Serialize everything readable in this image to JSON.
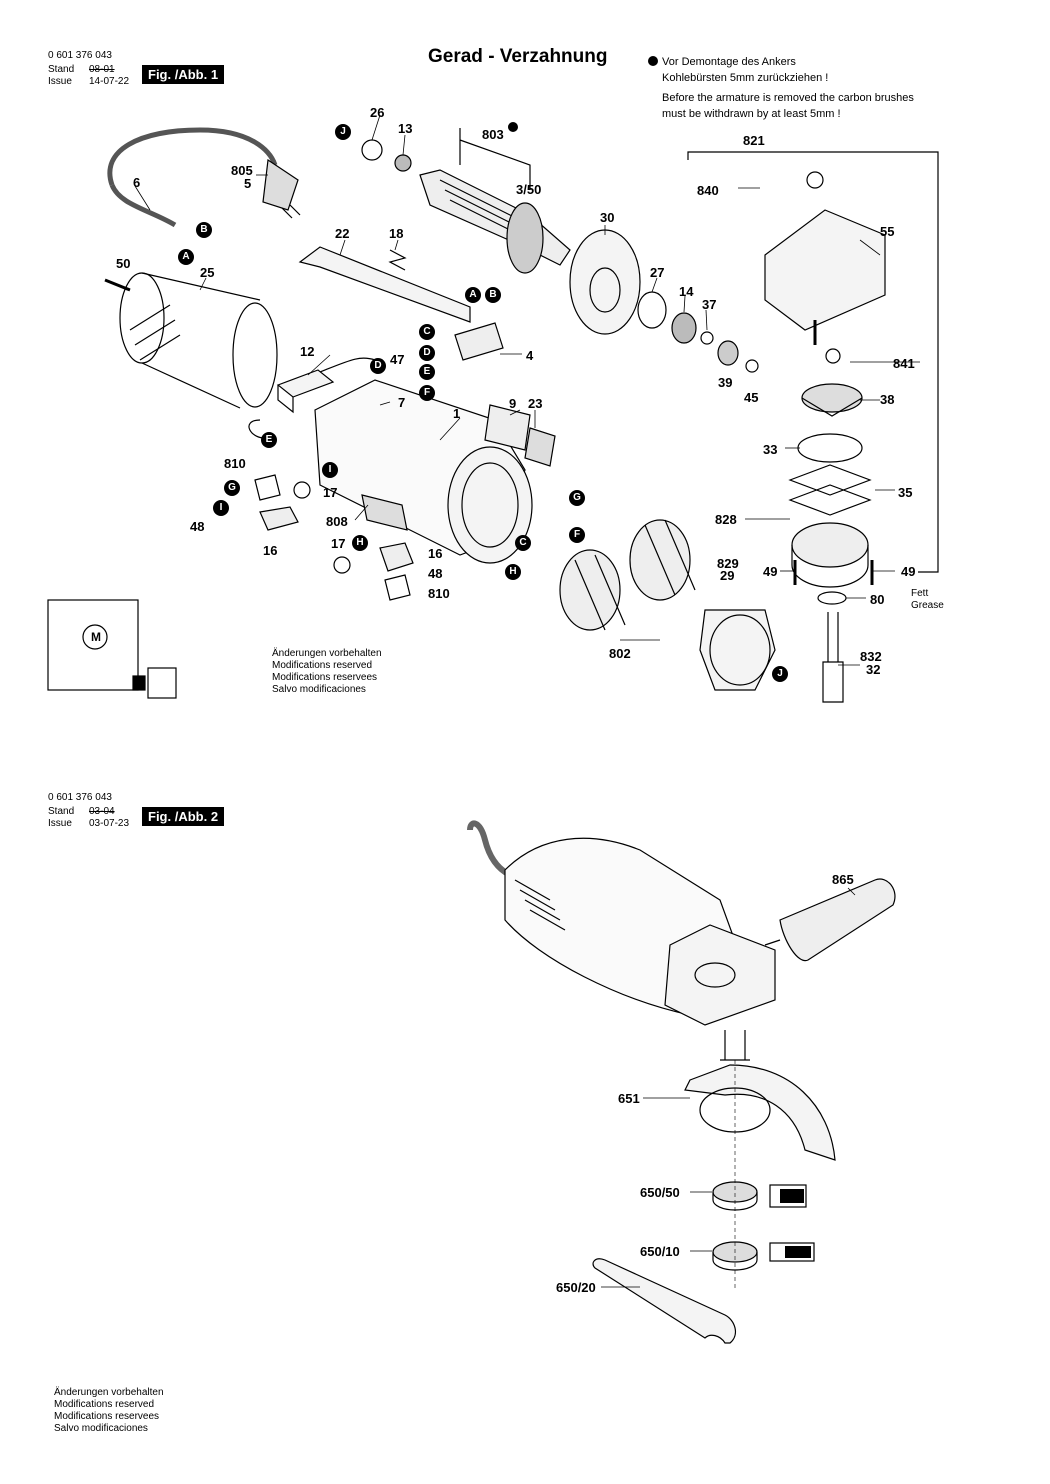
{
  "fig1": {
    "part_number": "0 601 376 043",
    "stand_label": "Stand",
    "stand_value": "08-01",
    "issue_label": "Issue",
    "issue_value": "14-07-22",
    "badge": "Fig. /Abb. 1",
    "title": "Gerad - Verzahnung",
    "note_de_1": "Vor Demontage des Ankers",
    "note_de_2": "Kohlebürsten 5mm zurückziehen !",
    "note_en_1": "Before the armature is removed the carbon brushes",
    "note_en_2": "must be withdrawn by at least 5mm !",
    "fett": "Fett",
    "grease": "Grease",
    "disclaimer": [
      "Änderungen vorbehalten",
      "Modifications reserved",
      "Modifications reservees",
      "Salvo modificaciones"
    ]
  },
  "fig2": {
    "part_number": "0 601 376 043",
    "stand_label": "Stand",
    "stand_value": "03-04",
    "issue_label": "Issue",
    "issue_value": "03-07-23",
    "badge": "Fig. /Abb. 2",
    "disclaimer": [
      "Änderungen vorbehalten",
      "Modifications reserved",
      "Modifications reservees",
      "Salvo modificaciones"
    ]
  },
  "labels": {
    "p26": "26",
    "p13": "13",
    "p803": "803",
    "p350": "3/50",
    "p805": "805",
    "p5": "5",
    "p6": "6",
    "p22": "22",
    "p18": "18",
    "p30": "30",
    "p50": "50",
    "p25": "25",
    "p27": "27",
    "p14": "14",
    "p37": "37",
    "p4": "4",
    "p12": "12",
    "p47": "47",
    "p7": "7",
    "p39": "39",
    "p45": "45",
    "p1": "1",
    "p9": "9",
    "p23": "23",
    "p810a": "810",
    "p17a": "17",
    "p48a": "48",
    "p16a": "16",
    "p808": "808",
    "p17b": "17",
    "p16b": "16",
    "p48b": "48",
    "p810b": "810",
    "p802": "802",
    "p829": "829",
    "p29": "29",
    "p821": "821",
    "p840": "840",
    "p55": "55",
    "p841": "841",
    "p38": "38",
    "p33": "33",
    "p35": "35",
    "p828": "828",
    "p49a": "49",
    "p49b": "49",
    "p80": "80",
    "p832": "832",
    "p32": "32",
    "p865": "865",
    "p651": "651",
    "p650_50": "650/50",
    "p650_10": "650/10",
    "p650_20": "650/20"
  },
  "callouts": {
    "A": "A",
    "B": "B",
    "C": "C",
    "D": "D",
    "E": "E",
    "F": "F",
    "G": "G",
    "H": "H",
    "I": "I",
    "J": "J",
    "M": "M"
  }
}
